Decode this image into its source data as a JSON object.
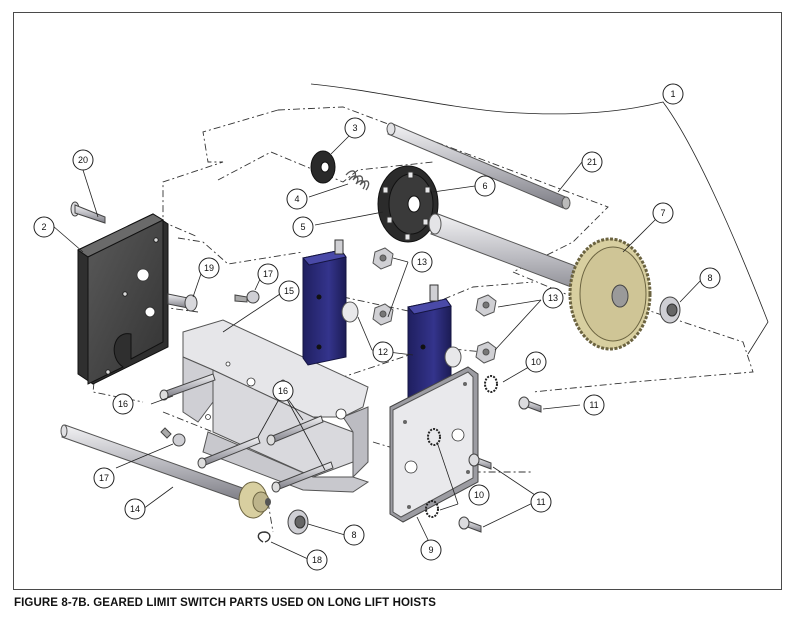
{
  "figure": {
    "caption": "FIGURE 8-7B. GEARED LIMIT SWITCH PARTS USED ON LONG LIFT HOISTS"
  },
  "callouts": [
    {
      "id": "c1",
      "label": "1"
    },
    {
      "id": "c2",
      "label": "2"
    },
    {
      "id": "c3",
      "label": "3"
    },
    {
      "id": "c4",
      "label": "4"
    },
    {
      "id": "c5",
      "label": "5"
    },
    {
      "id": "c6",
      "label": "6"
    },
    {
      "id": "c7",
      "label": "7"
    },
    {
      "id": "c8a",
      "label": "8"
    },
    {
      "id": "c8b",
      "label": "8"
    },
    {
      "id": "c9",
      "label": "9"
    },
    {
      "id": "c10a",
      "label": "10"
    },
    {
      "id": "c10b",
      "label": "10"
    },
    {
      "id": "c11a",
      "label": "11"
    },
    {
      "id": "c11b",
      "label": "11"
    },
    {
      "id": "c12",
      "label": "12"
    },
    {
      "id": "c13a",
      "label": "13"
    },
    {
      "id": "c13b",
      "label": "13"
    },
    {
      "id": "c14",
      "label": "14"
    },
    {
      "id": "c15",
      "label": "15"
    },
    {
      "id": "c16a",
      "label": "16"
    },
    {
      "id": "c16b",
      "label": "16"
    },
    {
      "id": "c17a",
      "label": "17"
    },
    {
      "id": "c17b",
      "label": "17"
    },
    {
      "id": "c18",
      "label": "18"
    },
    {
      "id": "c19",
      "label": "19"
    },
    {
      "id": "c20",
      "label": "20"
    },
    {
      "id": "c21",
      "label": "21"
    }
  ],
  "colors": {
    "side_plate": "#4c4c4c",
    "bracket": "#e6e6e9",
    "switch_body": "#2d2d7a",
    "gear": "#d8cfa0",
    "shaft": "#bdbdc2"
  }
}
